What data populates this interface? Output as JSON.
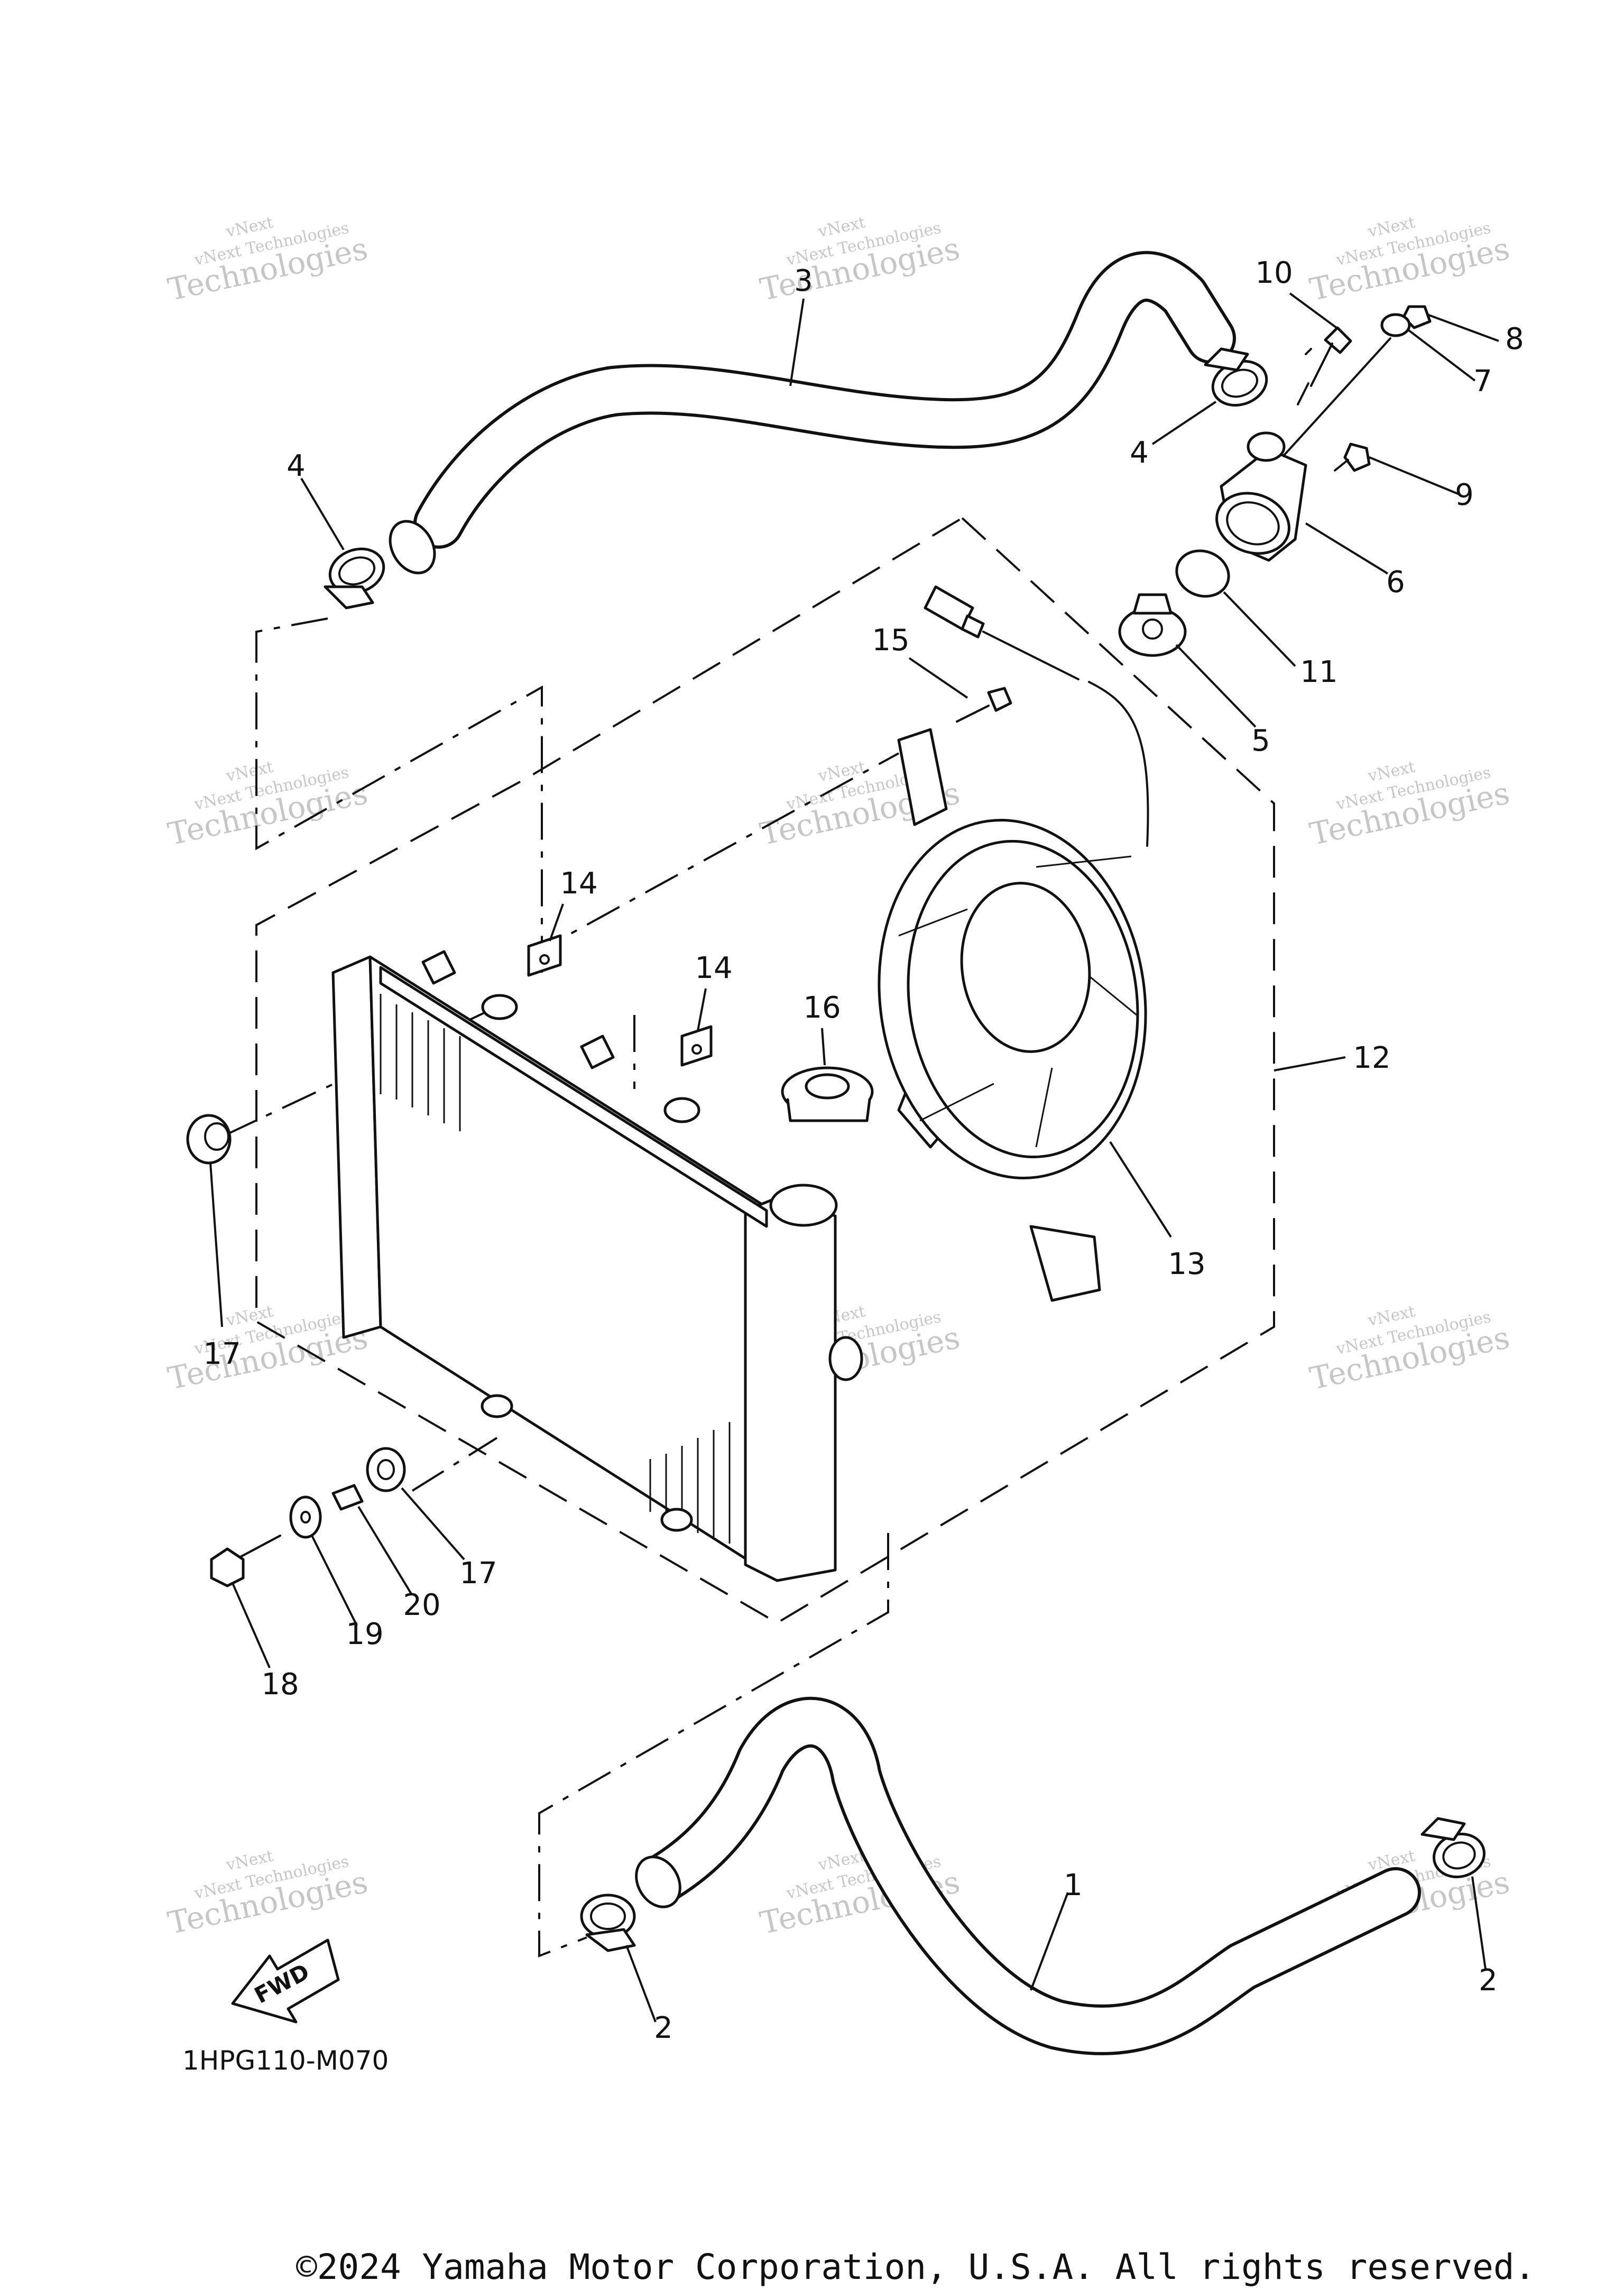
{
  "diagram_code": "1HPG110-M070",
  "copyright": "©2024 Yamaha Motor Corporation, U.S.A. All rights reserved.",
  "fwd_label": "FWD",
  "watermark": {
    "line1": "vNext",
    "line2": "vNext Technologies",
    "line3": "Technologies"
  },
  "callouts": [
    {
      "id": "c3",
      "label": "3"
    },
    {
      "id": "c10",
      "label": "10"
    },
    {
      "id": "c8",
      "label": "8"
    },
    {
      "id": "c7",
      "label": "7"
    },
    {
      "id": "c4a",
      "label": "4"
    },
    {
      "id": "c4b",
      "label": "4"
    },
    {
      "id": "c9",
      "label": "9"
    },
    {
      "id": "c6",
      "label": "6"
    },
    {
      "id": "c11",
      "label": "11"
    },
    {
      "id": "c15",
      "label": "15"
    },
    {
      "id": "c5",
      "label": "5"
    },
    {
      "id": "c14a",
      "label": "14"
    },
    {
      "id": "c14b",
      "label": "14"
    },
    {
      "id": "c16",
      "label": "16"
    },
    {
      "id": "c12",
      "label": "12"
    },
    {
      "id": "c13",
      "label": "13"
    },
    {
      "id": "c17a",
      "label": "17"
    },
    {
      "id": "c17b",
      "label": "17"
    },
    {
      "id": "c20",
      "label": "20"
    },
    {
      "id": "c19",
      "label": "19"
    },
    {
      "id": "c18",
      "label": "18"
    },
    {
      "id": "c1",
      "label": "1"
    },
    {
      "id": "c2a",
      "label": "2"
    },
    {
      "id": "c2b",
      "label": "2"
    }
  ]
}
